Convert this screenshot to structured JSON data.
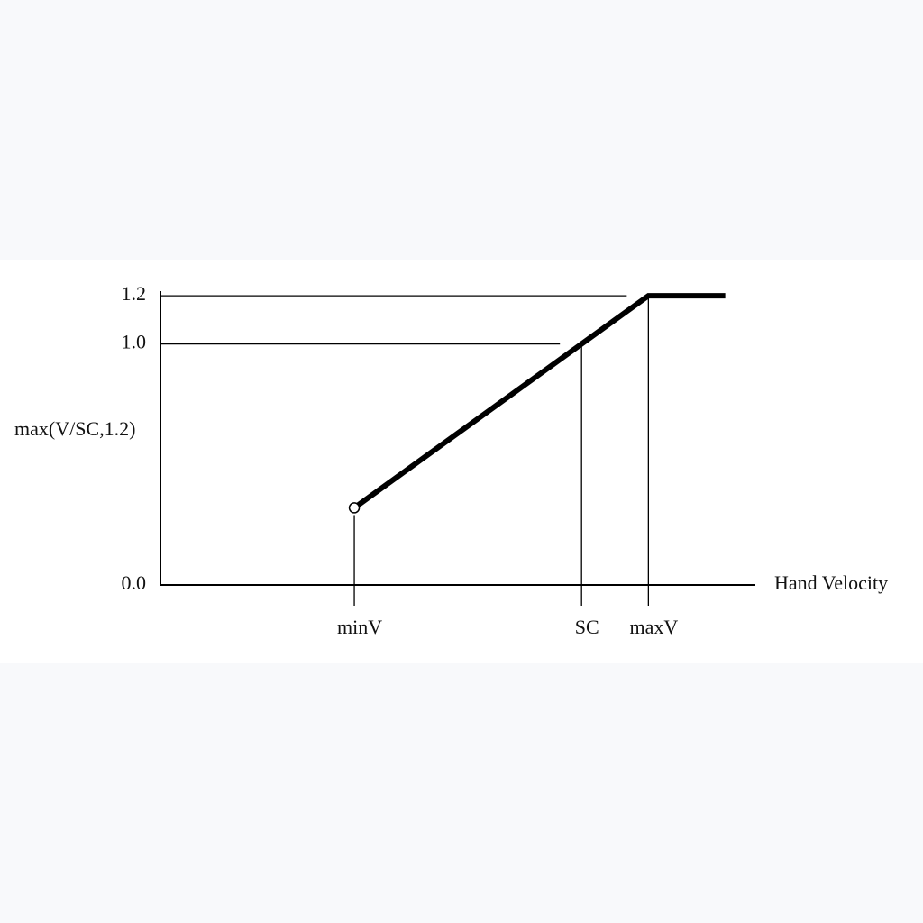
{
  "chart_data": {
    "type": "line",
    "title": "",
    "xlabel": "Hand Velocity",
    "ylabel": "max(V/SC,1.2)",
    "yticks": [
      {
        "value": 1.2,
        "label": "1.2"
      },
      {
        "value": 1.0,
        "label": "1.0"
      },
      {
        "value": 0.0,
        "label": "0.0"
      }
    ],
    "x_markers": [
      {
        "name": "minV",
        "value": 0.32
      },
      {
        "name": "SC",
        "value": 1.0
      },
      {
        "name": "maxV",
        "value": 1.2
      }
    ],
    "series": [
      {
        "x": [
          0.32,
          1.0,
          1.2,
          1.43
        ],
        "y": [
          0.32,
          1.0,
          1.2,
          1.2
        ],
        "start_marker": "open-circle"
      }
    ],
    "xlim": [
      -0.26,
      1.52
    ],
    "ylim": [
      0,
      1.35
    ],
    "grid": false,
    "legend": "none",
    "colors": {
      "line": "#000000",
      "axis": "#000000",
      "reference": "#000000"
    }
  }
}
